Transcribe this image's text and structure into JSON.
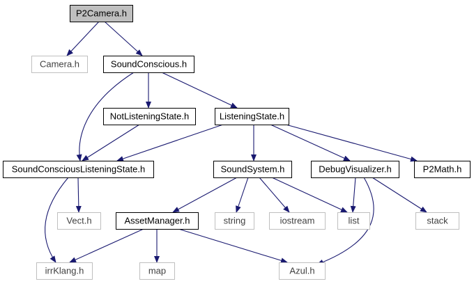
{
  "colors": {
    "edge": "#191970",
    "root_fill": "#bfbfbf",
    "project_border": "#000000",
    "external_border": "#bfbfbf",
    "project_text": "#000000",
    "external_text": "#404040"
  },
  "nodes": [
    {
      "id": "p2camera",
      "label": "P2Camera.h",
      "kind": "root"
    },
    {
      "id": "camera",
      "label": "Camera.h",
      "kind": "external"
    },
    {
      "id": "soundconscious",
      "label": "SoundConscious.h",
      "kind": "project"
    },
    {
      "id": "notlistening",
      "label": "NotListeningState.h",
      "kind": "project"
    },
    {
      "id": "listening",
      "label": "ListeningState.h",
      "kind": "project"
    },
    {
      "id": "scls",
      "label": "SoundConsciousListeningState.h",
      "kind": "project"
    },
    {
      "id": "soundsystem",
      "label": "SoundSystem.h",
      "kind": "project"
    },
    {
      "id": "debugvis",
      "label": "DebugVisualizer.h",
      "kind": "project"
    },
    {
      "id": "p2math",
      "label": "P2Math.h",
      "kind": "project"
    },
    {
      "id": "vect",
      "label": "Vect.h",
      "kind": "external"
    },
    {
      "id": "assetmanager",
      "label": "AssetManager.h",
      "kind": "project"
    },
    {
      "id": "string",
      "label": "string",
      "kind": "external"
    },
    {
      "id": "iostream",
      "label": "iostream",
      "kind": "external"
    },
    {
      "id": "list",
      "label": "list",
      "kind": "external"
    },
    {
      "id": "stack",
      "label": "stack",
      "kind": "external"
    },
    {
      "id": "irrklang",
      "label": "irrKlang.h",
      "kind": "external"
    },
    {
      "id": "map",
      "label": "map",
      "kind": "external"
    },
    {
      "id": "azul",
      "label": "Azul.h",
      "kind": "external"
    }
  ],
  "edges": [
    {
      "from": "p2camera",
      "to": "camera"
    },
    {
      "from": "p2camera",
      "to": "soundconscious"
    },
    {
      "from": "soundconscious",
      "to": "notlistening"
    },
    {
      "from": "soundconscious",
      "to": "listening"
    },
    {
      "from": "soundconscious",
      "to": "scls"
    },
    {
      "from": "notlistening",
      "to": "scls"
    },
    {
      "from": "listening",
      "to": "scls"
    },
    {
      "from": "listening",
      "to": "soundsystem"
    },
    {
      "from": "listening",
      "to": "debugvis"
    },
    {
      "from": "listening",
      "to": "p2math"
    },
    {
      "from": "scls",
      "to": "vect"
    },
    {
      "from": "scls",
      "to": "irrklang"
    },
    {
      "from": "soundsystem",
      "to": "assetmanager"
    },
    {
      "from": "soundsystem",
      "to": "string"
    },
    {
      "from": "soundsystem",
      "to": "iostream"
    },
    {
      "from": "soundsystem",
      "to": "list"
    },
    {
      "from": "debugvis",
      "to": "list"
    },
    {
      "from": "debugvis",
      "to": "stack"
    },
    {
      "from": "debugvis",
      "to": "azul"
    },
    {
      "from": "assetmanager",
      "to": "irrklang"
    },
    {
      "from": "assetmanager",
      "to": "map"
    },
    {
      "from": "assetmanager",
      "to": "azul"
    }
  ]
}
